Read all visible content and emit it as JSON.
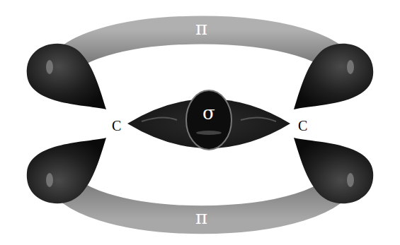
{
  "diagram": {
    "nodes": [
      {
        "text": [
          "π"
        ]
      },
      {
        "text": [
          "σ"
        ]
      },
      {
        "text": [
          "π"
        ]
      }
    ],
    "labels": [
      "C",
      "C"
    ]
  }
}
